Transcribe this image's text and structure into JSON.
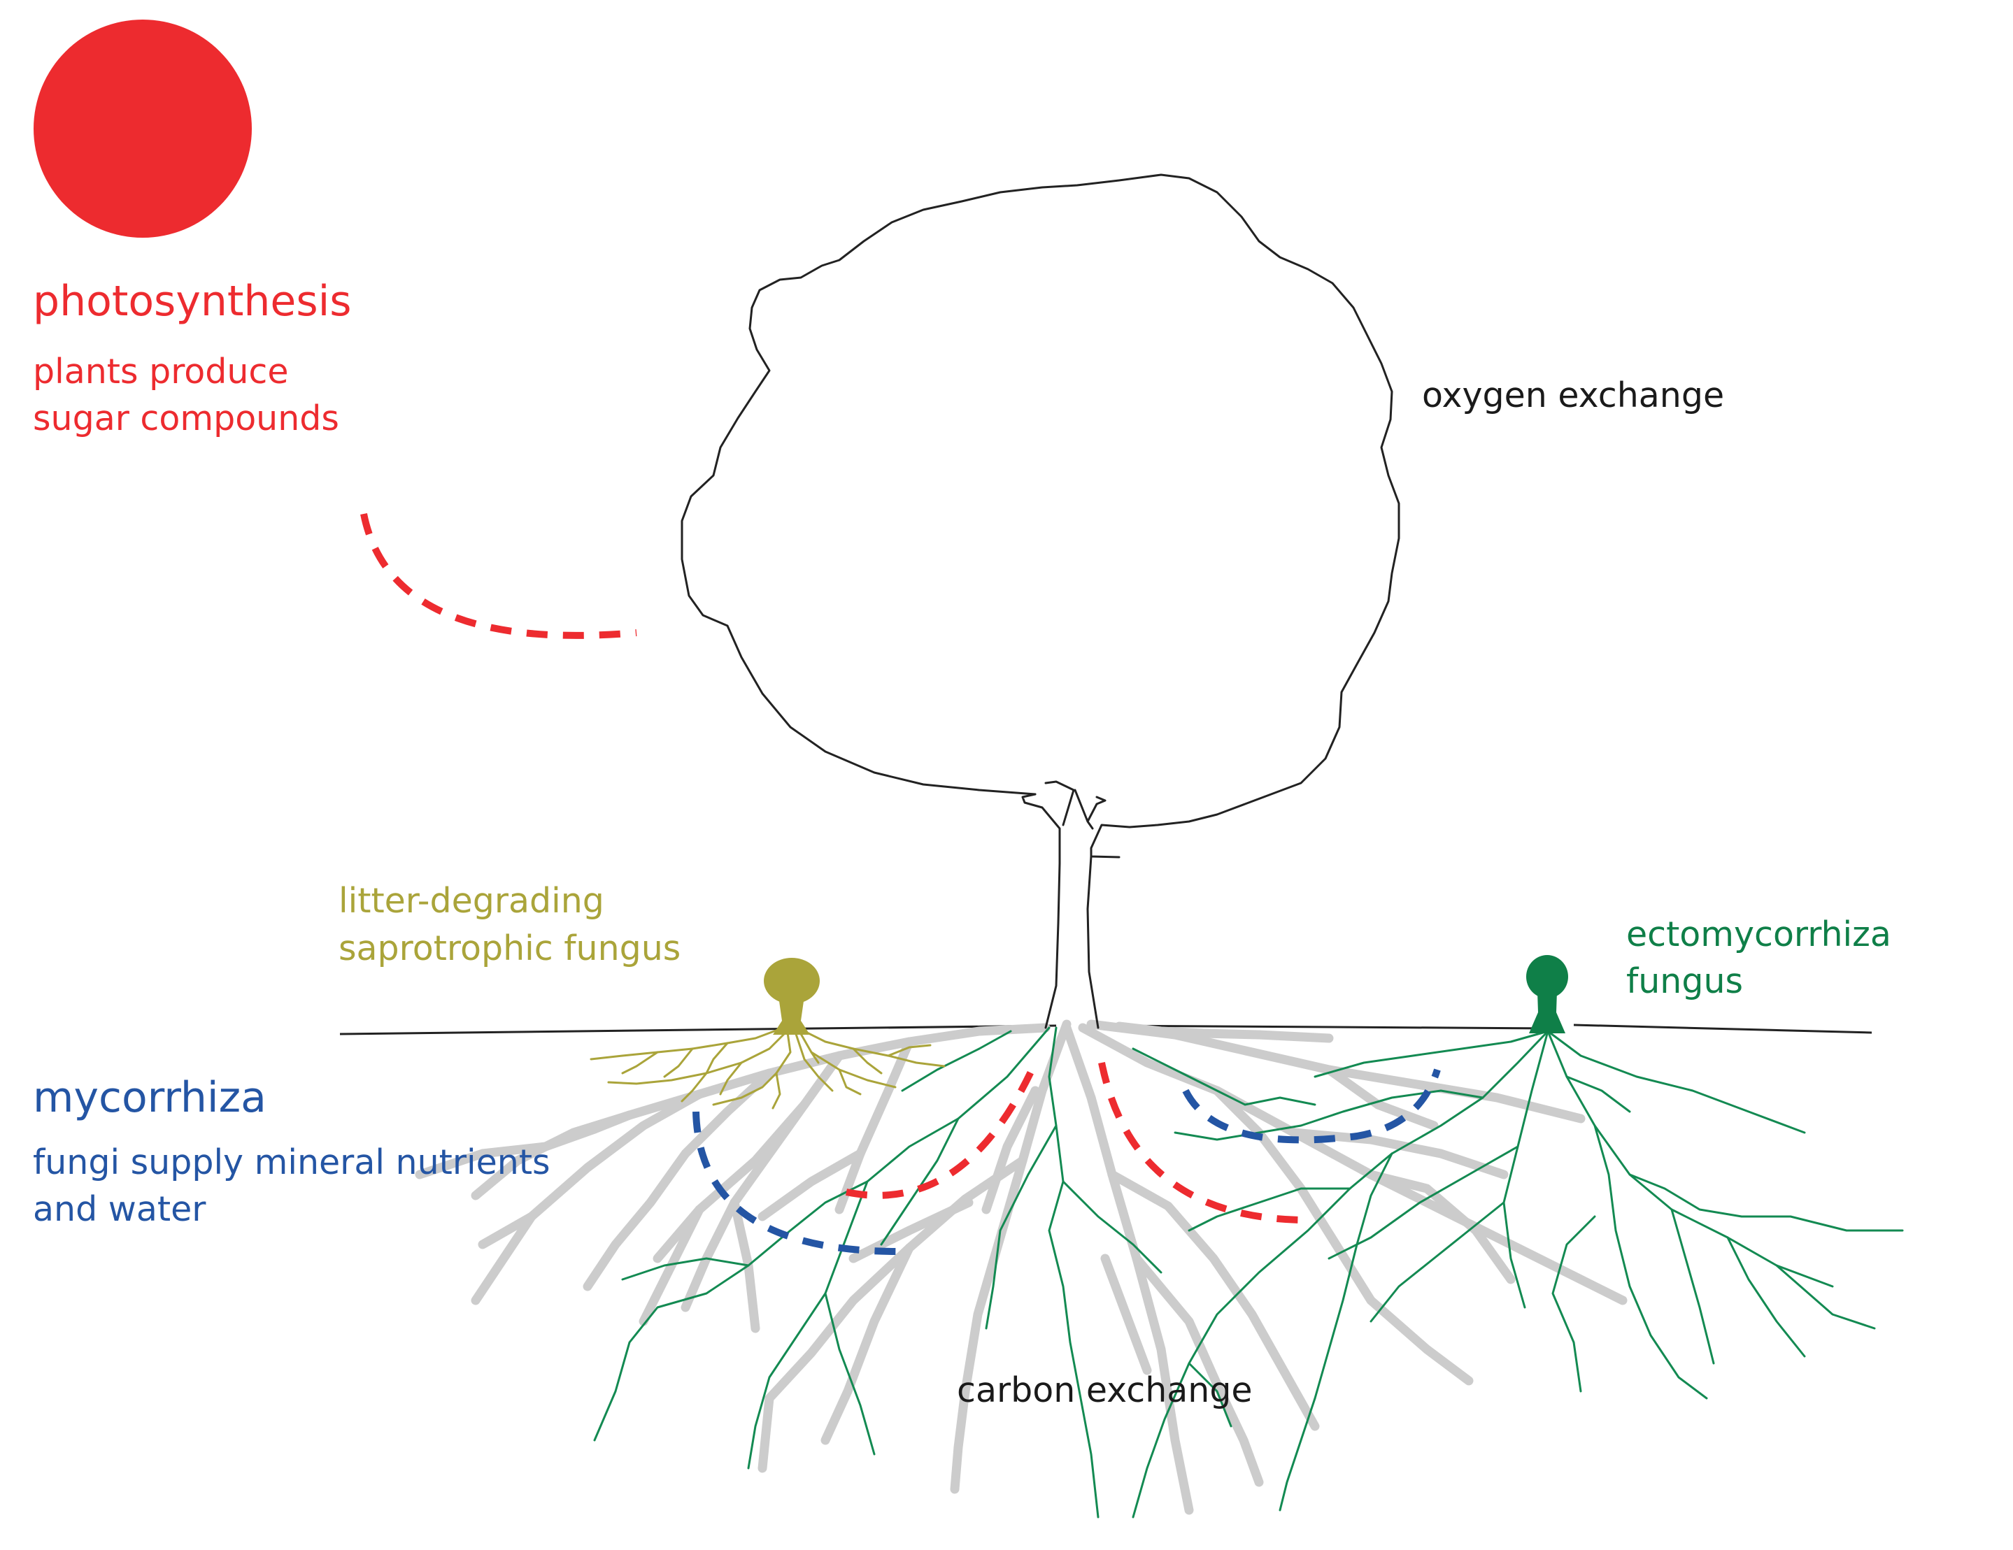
{
  "colors": {
    "sun": "#ed2b2f",
    "photosynthesis": "#ed2b2f",
    "mycorrhiza": "#2455a4",
    "saprotrophic": "#aaa43a",
    "ectomycorrhiza": "#0f7f48",
    "roots": "#cccccc",
    "outline": "#222222"
  },
  "sun_icon": "sun-circle-icon",
  "photosynthesis": {
    "title": "photosynthesis",
    "line1": "plants produce",
    "line2": "sugar compounds"
  },
  "mycorrhiza": {
    "title": "mycorrhiza",
    "line1": "fungi supply mineral nutrients",
    "line2": "and water"
  },
  "saprotrophic": {
    "line1": "litter-degrading",
    "line2": "saprotrophic fungus"
  },
  "ectomycorrhiza": {
    "line1": "ectomycorrhiza",
    "line2": "fungus"
  },
  "oxygen_label": "oxygen exchange",
  "carbon_label": "carbon exchange"
}
